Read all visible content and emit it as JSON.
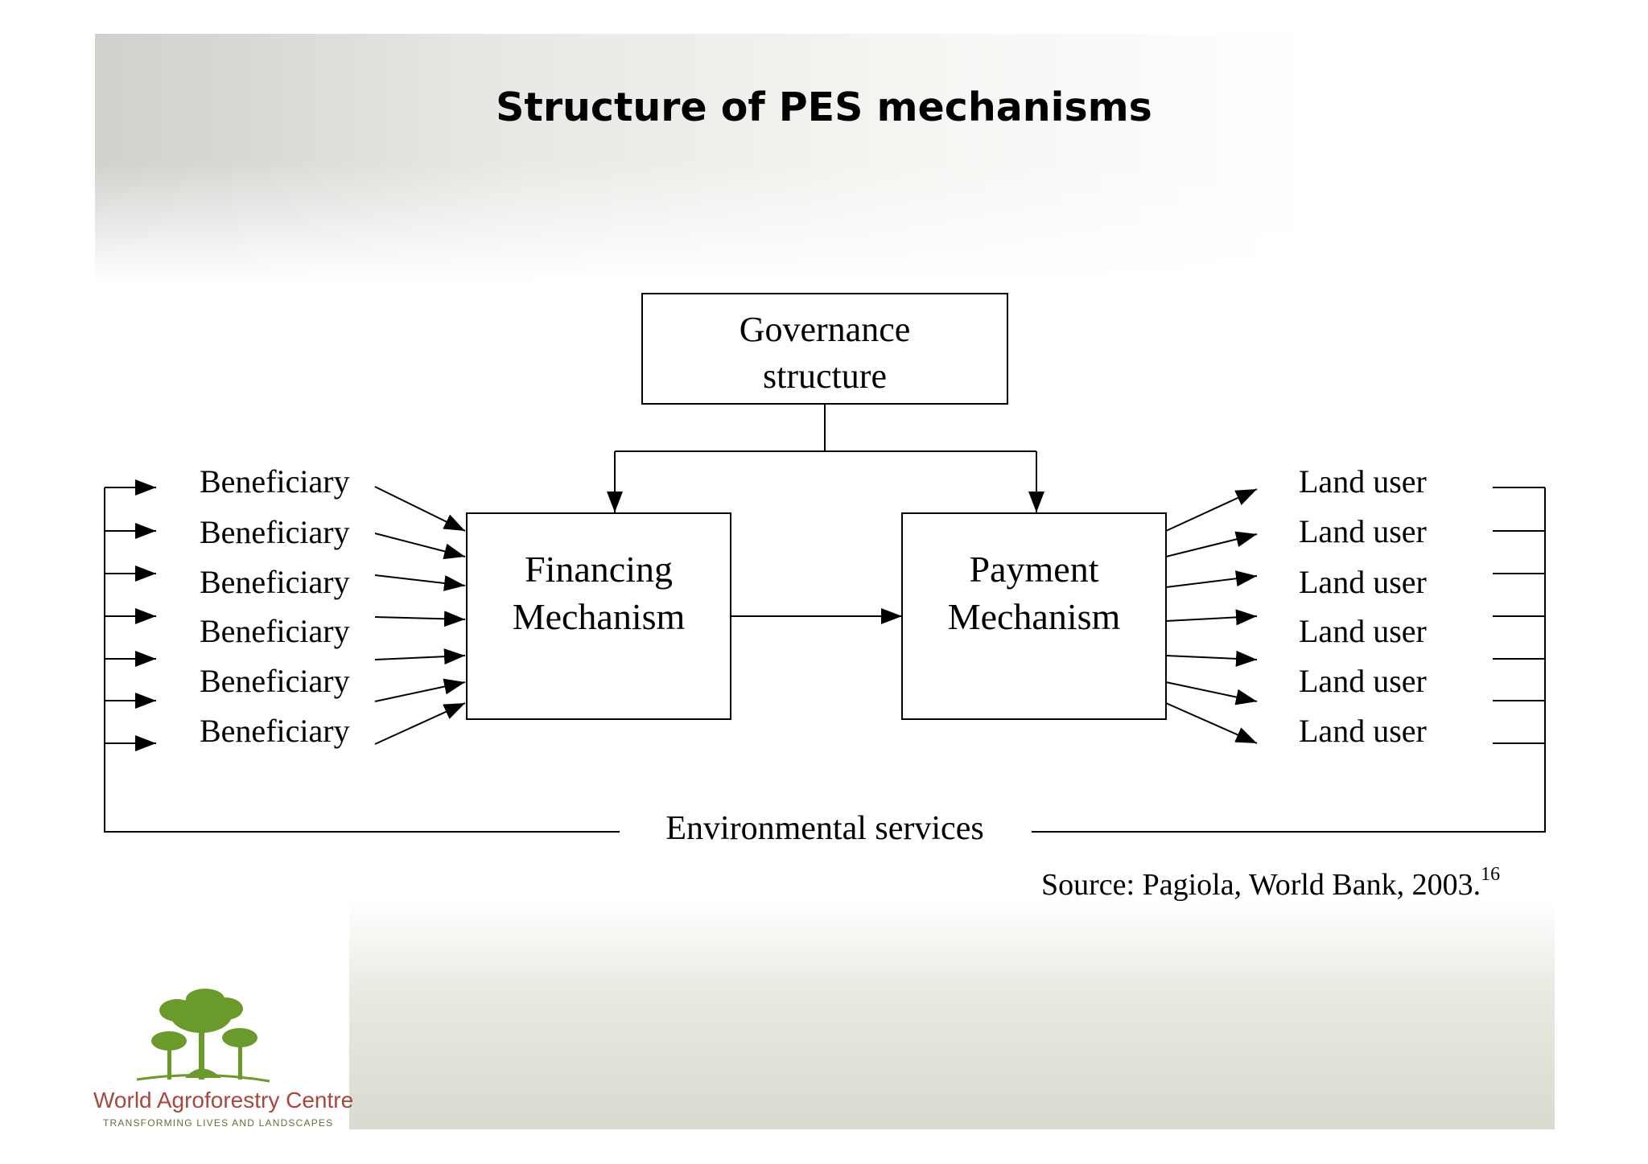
{
  "slide": {
    "title": "Structure of PES mechanisms",
    "source": "Source: Pagiola, World Bank, 2003.",
    "source_footnote": "16"
  },
  "diagram": {
    "governance": [
      "Governance",
      "structure"
    ],
    "financing": [
      "Financing",
      "Mechanism"
    ],
    "payment": [
      "Payment",
      "Mechanism"
    ],
    "beneficiaries": [
      "Beneficiary",
      "Beneficiary",
      "Beneficiary",
      "Beneficiary",
      "Beneficiary",
      "Beneficiary"
    ],
    "land_users": [
      "Land user",
      "Land user",
      "Land user",
      "Land user",
      "Land user",
      "Land user"
    ],
    "loop_label": "Environmental services"
  },
  "logo": {
    "name": "World Agroforestry Centre",
    "tagline": "TRANSFORMING LIVES AND LANDSCAPES",
    "colors": {
      "tree": "#6a9a2a",
      "name": "#a8473a"
    }
  }
}
